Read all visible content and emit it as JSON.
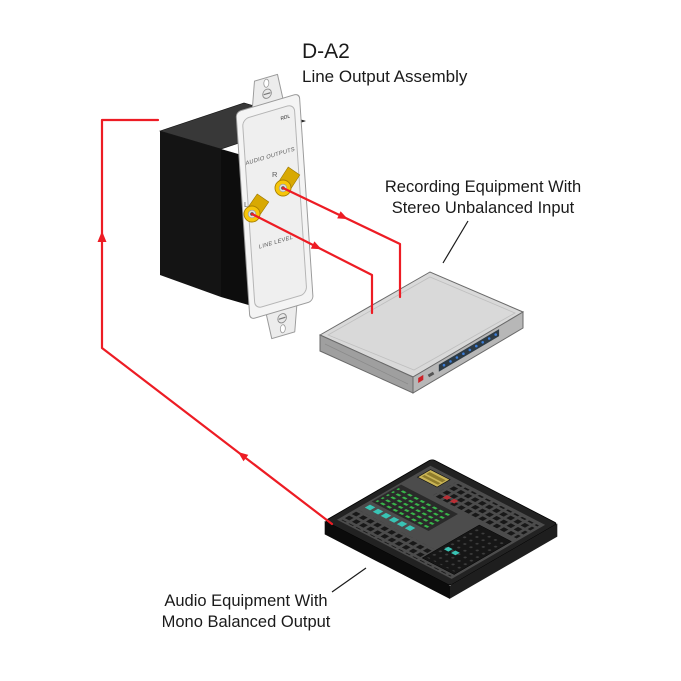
{
  "title": "D-A2",
  "subtitle": "Line Output Assembly",
  "wallplate": {
    "brand": "RDL",
    "outputs_label": "AUDIO OUTPUTS",
    "left_channel": "L",
    "right_channel": "R",
    "level_label": "LINE LEVEL"
  },
  "recording": {
    "line1": "Recording Equipment With",
    "line2": "Stereo Unbalanced Input"
  },
  "audio": {
    "line1": "Audio Equipment With",
    "line2": "Mono Balanced Output"
  },
  "colors": {
    "signal_line": "#ed1c24",
    "rca_jack_yellow": "#f6c60a",
    "recorder_gray": "#d9d9d9",
    "mixer_panel": "#4c4c4c",
    "led_green": "#39b54a",
    "button_teal": "#39c4b5",
    "display_amber": "#c9b455",
    "indicator_blue": "#3a7bd5"
  }
}
